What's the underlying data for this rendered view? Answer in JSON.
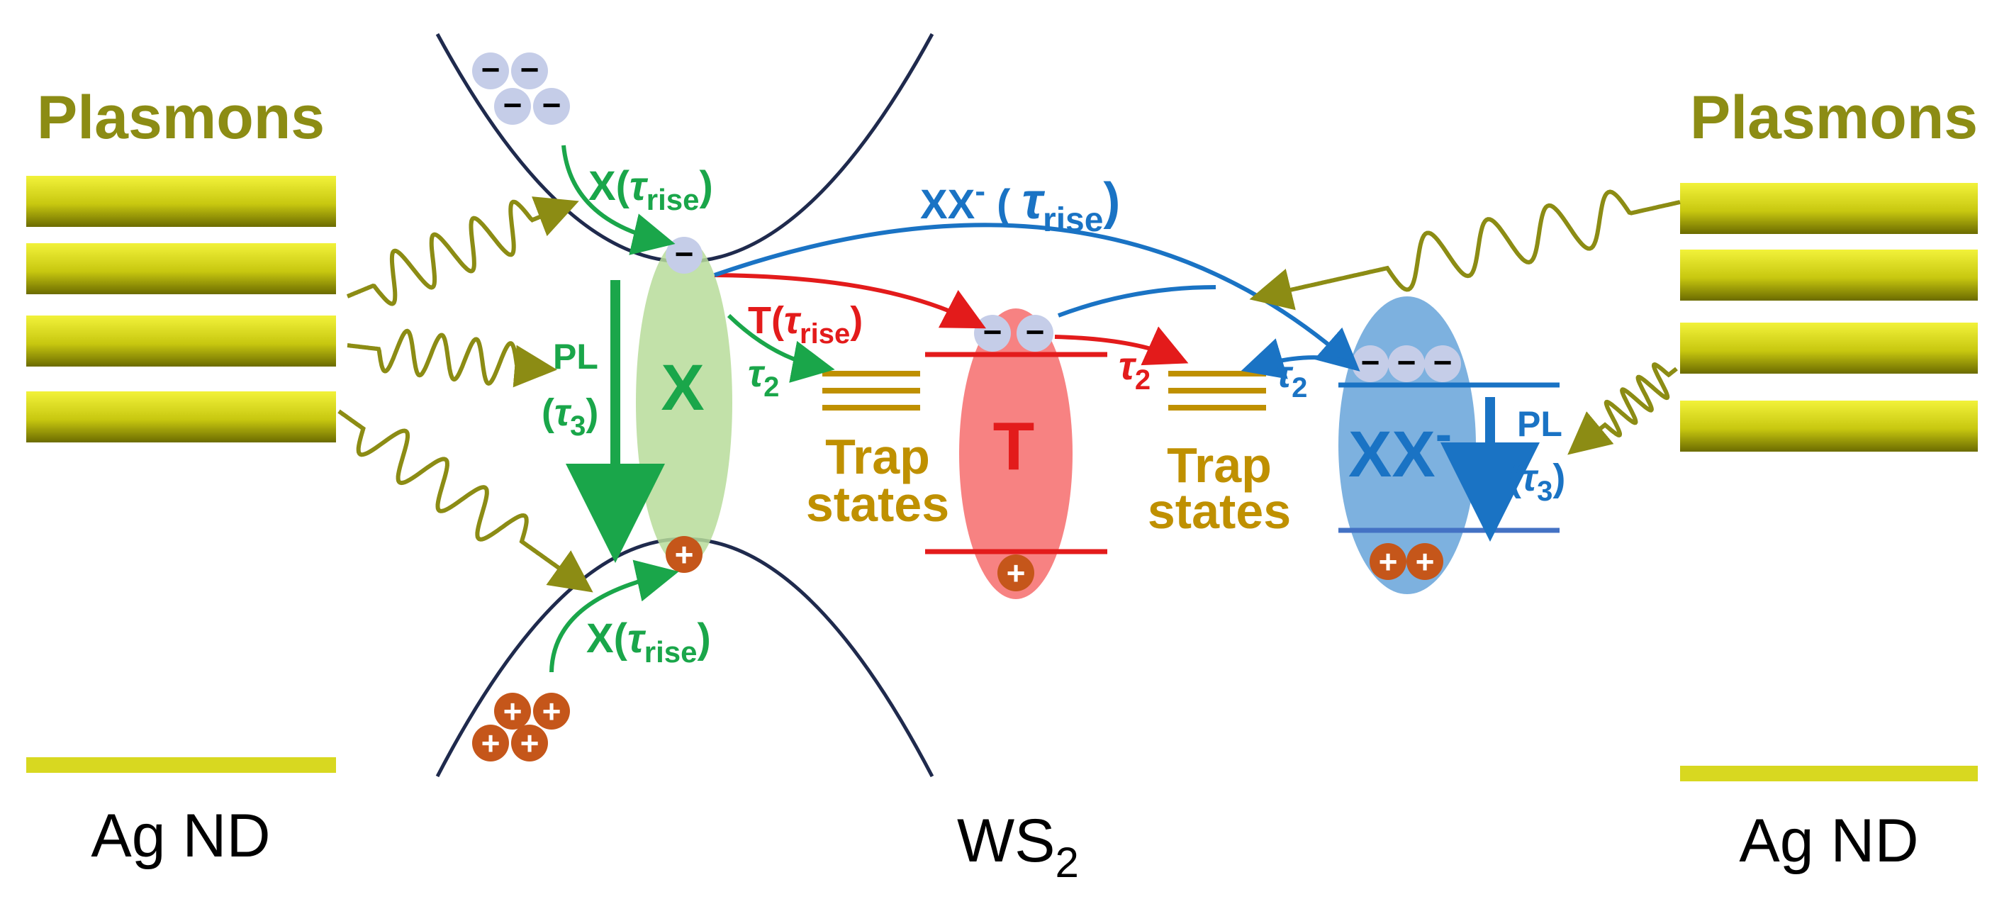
{
  "labels": {
    "plasmons_left": "Plasmons",
    "plasmons_right": "Plasmons",
    "ag_nd_left": "Ag ND",
    "ag_nd_right": "Ag ND",
    "ws2_main": "WS",
    "ws2_sub": "2",
    "x_rise_top_main": "X(",
    "x_rise_top_tau": "τ",
    "x_rise_top_sub": "rise",
    "x_rise_top_close": ")",
    "x_rise_bottom_main": "X(",
    "x_rise_bottom_tau": "τ",
    "x_rise_bottom_sub": "rise",
    "x_rise_bottom_close": ")",
    "pl_left": "PL",
    "pl_left_tau_open": "(",
    "pl_left_tau": "τ",
    "pl_left_tau_sub": "3",
    "pl_left_tau_close": ")",
    "exciton": "X",
    "tau2_green": "τ",
    "tau2_green_sub": "2",
    "t_rise_main": "T(",
    "t_rise_tau": "τ",
    "t_rise_sub": "rise",
    "t_rise_close": ")",
    "trion": "T",
    "tau2_red": "τ",
    "tau2_red_sub": "2",
    "trap1_line1": "Trap",
    "trap1_line2": "states",
    "trap2_line1": "Trap",
    "trap2_line2": "states",
    "tau2_blue": "τ",
    "tau2_blue_sub": "2",
    "xx_rise_main": "XX",
    "xx_rise_sup": "-",
    "xx_rise_open": " ( ",
    "xx_rise_tau": "τ",
    "xx_rise_sub": "rise",
    "xx_rise_close": ")",
    "biexciton": "XX",
    "biexciton_sup": "-",
    "pl_right": "PL",
    "pl_right_tau_open": "(",
    "pl_right_tau": "τ",
    "pl_right_tau_sub": "3",
    "pl_right_tau_close": ")",
    "minus": "−",
    "plus": "+"
  },
  "colors": {
    "plasmon_text": "#8c8c14",
    "plasmon_bar_top": "#e8e82a",
    "plasmon_bar_bottom": "#6e6e00",
    "band_curve": "#1f2a4d",
    "green": "#1aa64a",
    "green_ellipse": "#b7dc9a",
    "red": "#e31b1b",
    "red_ellipse": "#f77b7b",
    "blue": "#1a73c4",
    "blue_ellipse": "#6fa8dc",
    "trap": "#bf9000",
    "electron_fill": "#c5cde8",
    "hole_fill": "#c5561a",
    "wavy": "#8c8c14"
  }
}
